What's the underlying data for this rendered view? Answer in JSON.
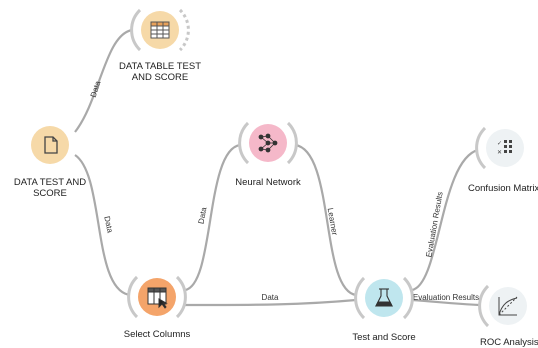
{
  "nodes": {
    "data_test_and_score": {
      "label": "DATA TEST AND\nSCORE",
      "icon": "file-icon",
      "color": "#f6d9a8"
    },
    "data_table": {
      "label": "DATA TABLE TEST\nAND SCORE",
      "icon": "table-icon",
      "color": "#f6d9a8"
    },
    "select_columns": {
      "label": "Select Columns",
      "icon": "select-columns-icon",
      "color": "#f4a46a"
    },
    "neural_network": {
      "label": "Neural Network",
      "icon": "network-icon",
      "color": "#f5b8c9"
    },
    "test_and_score": {
      "label": "Test and Score",
      "icon": "flask-icon",
      "color": "#bfe6ee"
    },
    "confusion_matrix": {
      "label": "Confusion Matrix",
      "icon": "matrix-icon",
      "color": "#eef2f4"
    },
    "roc_analysis": {
      "label": "ROC Analysis",
      "icon": "roc-curve-icon",
      "color": "#eef2f4"
    }
  },
  "links": {
    "data_to_table": "Data",
    "data_to_select": "Data",
    "select_to_nn": "Data",
    "select_to_test": "Data",
    "nn_to_test": "Learner",
    "test_to_confusion": "Evaluation Results",
    "test_to_roc": "Evaluation Results"
  },
  "colors": {
    "link": "#a9a9a9",
    "ring": "#c8c8c8"
  }
}
